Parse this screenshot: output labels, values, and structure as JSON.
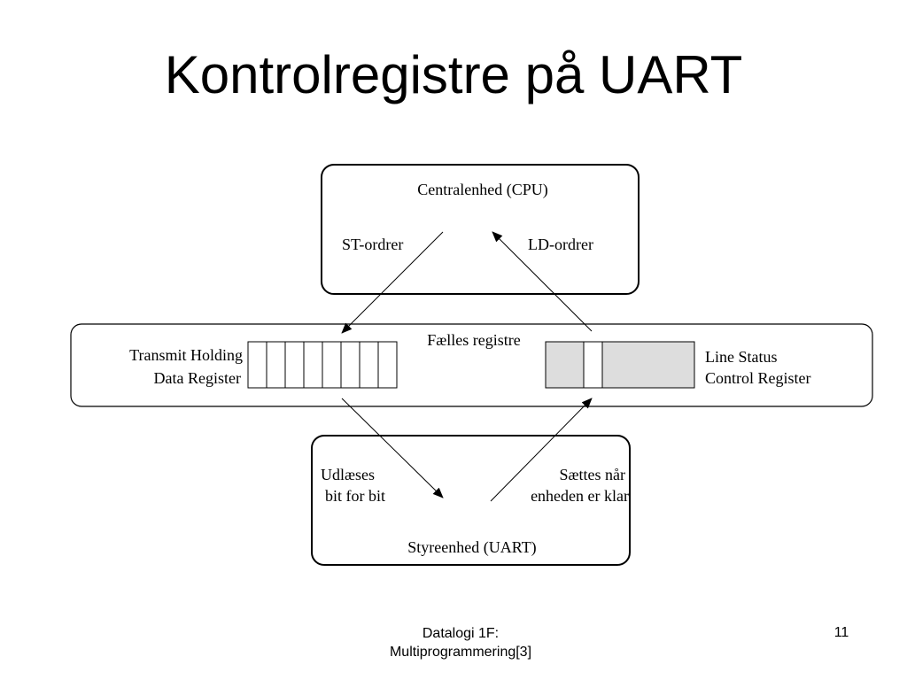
{
  "slide": {
    "title": "Kontrolregistre på UART",
    "footer_line1": "Datalogi 1F:",
    "footer_line2": "Multiprogrammering[3]",
    "page_number": "11"
  },
  "diagram": {
    "cpu_box_label": "Centralenhed (CPU)",
    "st_orders": "ST-ordrer",
    "ld_orders": "LD-ordrer",
    "shared_registers": "Fælles registre",
    "thr_line1": "Transmit Holding",
    "thr_line2": "Data Register",
    "lsr_line1": "Line Status",
    "lsr_line2": "Control Register",
    "read_out_line1": "Udlæses",
    "read_out_line2": "bit for bit",
    "set_when_line1": "Sættes når",
    "set_when_line2": "enheden er klar",
    "uart_box_label": "Styreenhed (UART)",
    "thr_bits": 8,
    "colors": {
      "status_fill": "#dddddd",
      "stroke": "#000000"
    }
  }
}
